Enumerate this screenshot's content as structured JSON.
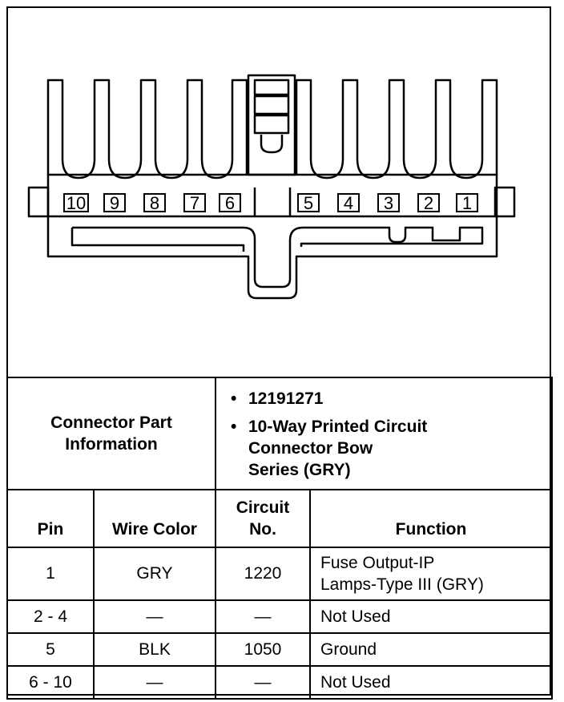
{
  "diagram": {
    "pin_labels_left": [
      "10",
      "9",
      "8",
      "7",
      "6"
    ],
    "pin_labels_right": [
      "5",
      "4",
      "3",
      "2",
      "1"
    ]
  },
  "connector_info": {
    "label_line1": "Connector Part",
    "label_line2": "Information",
    "bullets": [
      {
        "dot": "•",
        "line1": "12191271",
        "line2": "",
        "line3": ""
      },
      {
        "dot": "•",
        "line1": "10-Way Printed Circuit",
        "line2": "Connector Bow",
        "line3": "Series (GRY)"
      }
    ]
  },
  "table": {
    "headers": {
      "pin": "Pin",
      "wire_color": "Wire Color",
      "circuit_line1": "Circuit",
      "circuit_line2": "No.",
      "function": "Function"
    },
    "rows": [
      {
        "pin": "1",
        "wire_color": "GRY",
        "circuit": "1220",
        "function_line1": "Fuse Output-IP",
        "function_line2": "Lamps-Type III (GRY)"
      },
      {
        "pin": "2 - 4",
        "wire_color": "—",
        "circuit": "—",
        "function_line1": "Not Used",
        "function_line2": ""
      },
      {
        "pin": "5",
        "wire_color": "BLK",
        "circuit": "1050",
        "function_line1": "Ground",
        "function_line2": ""
      },
      {
        "pin": "6 - 10",
        "wire_color": "—",
        "circuit": "—",
        "function_line1": "Not Used",
        "function_line2": ""
      }
    ]
  }
}
